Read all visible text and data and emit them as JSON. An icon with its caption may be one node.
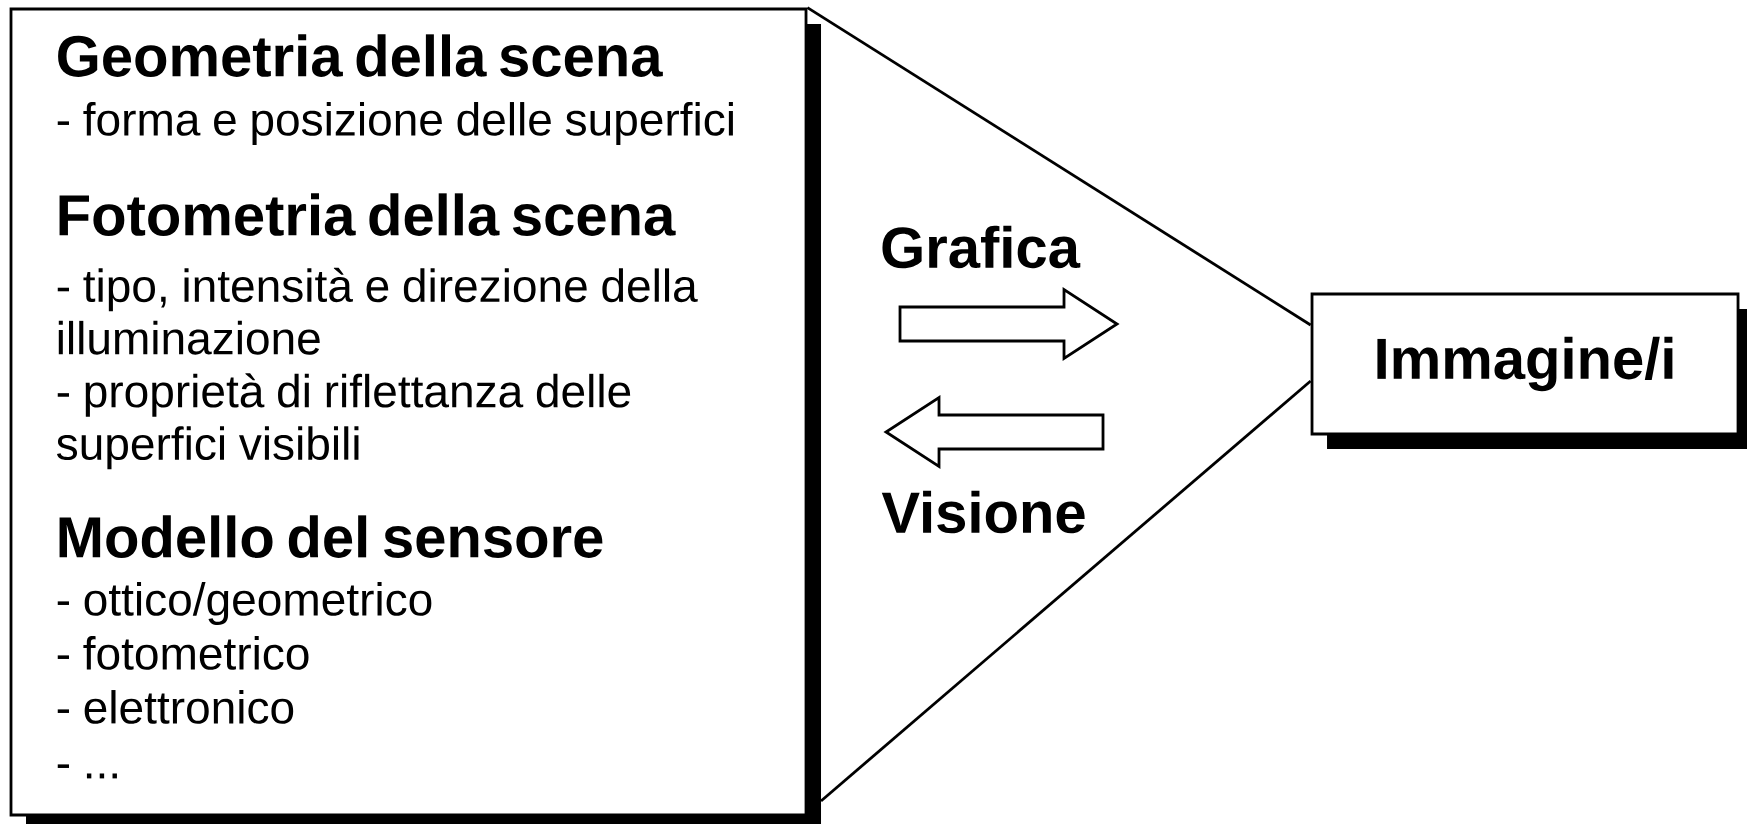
{
  "diagram": {
    "nodes": [
      {
        "text": [
          "Geometria della scena",
          "- forma e posizione delle superfici",
          "Fotometria della scena",
          "- tipo, intensità e direzione della illuminazione",
          "- proprietà di riflettanza delle superfici visibili",
          "Modello del sensore",
          "- ottico/geometrico",
          "- fotometrico",
          "- elettronico",
          "- ..."
        ]
      },
      {
        "text": [
          "Immagine/i"
        ]
      }
    ],
    "edges": [
      {
        "from": 0,
        "to": 1,
        "arrow": "none"
      },
      {
        "from": 0,
        "to": 1,
        "arrow": "none"
      }
    ],
    "labels": [
      "Grafica",
      "Visione"
    ]
  }
}
